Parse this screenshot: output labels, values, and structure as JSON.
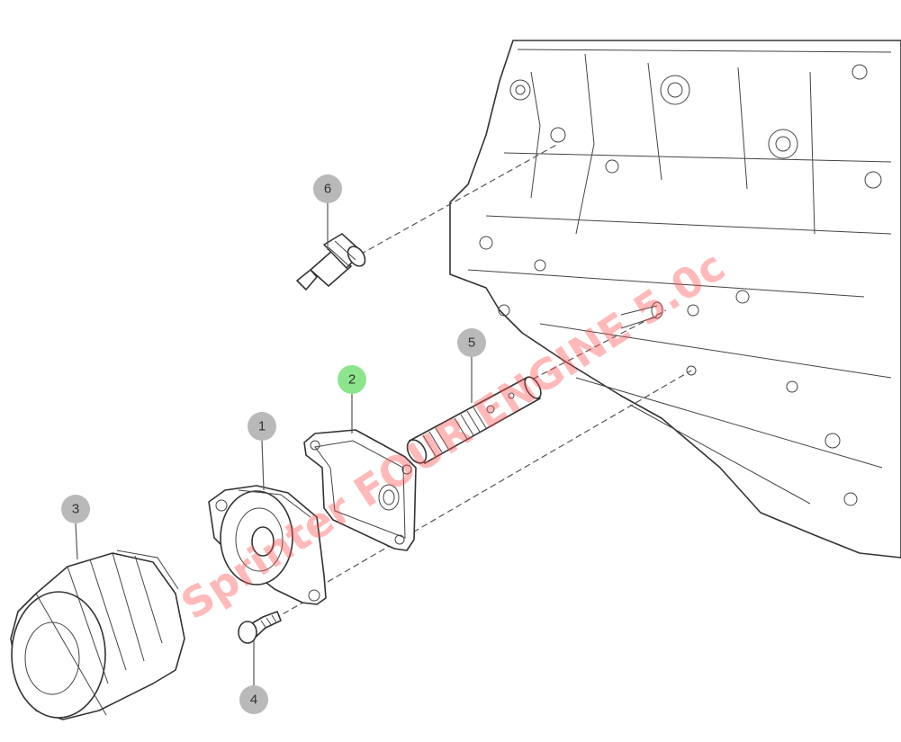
{
  "diagram": {
    "callouts": [
      {
        "label": "1",
        "highlighted": false
      },
      {
        "label": "2",
        "highlighted": true
      },
      {
        "label": "3",
        "highlighted": false
      },
      {
        "label": "4",
        "highlighted": false
      },
      {
        "label": "5",
        "highlighted": false
      },
      {
        "label": "6",
        "highlighted": false
      }
    ],
    "watermark": "Sprinter FOUR ENGINE 5.0c"
  },
  "colors": {
    "callout_default": "#b9b9b9",
    "callout_highlight": "#8ce58c",
    "line_art": "#333333",
    "watermark": "#ff4a4a"
  }
}
